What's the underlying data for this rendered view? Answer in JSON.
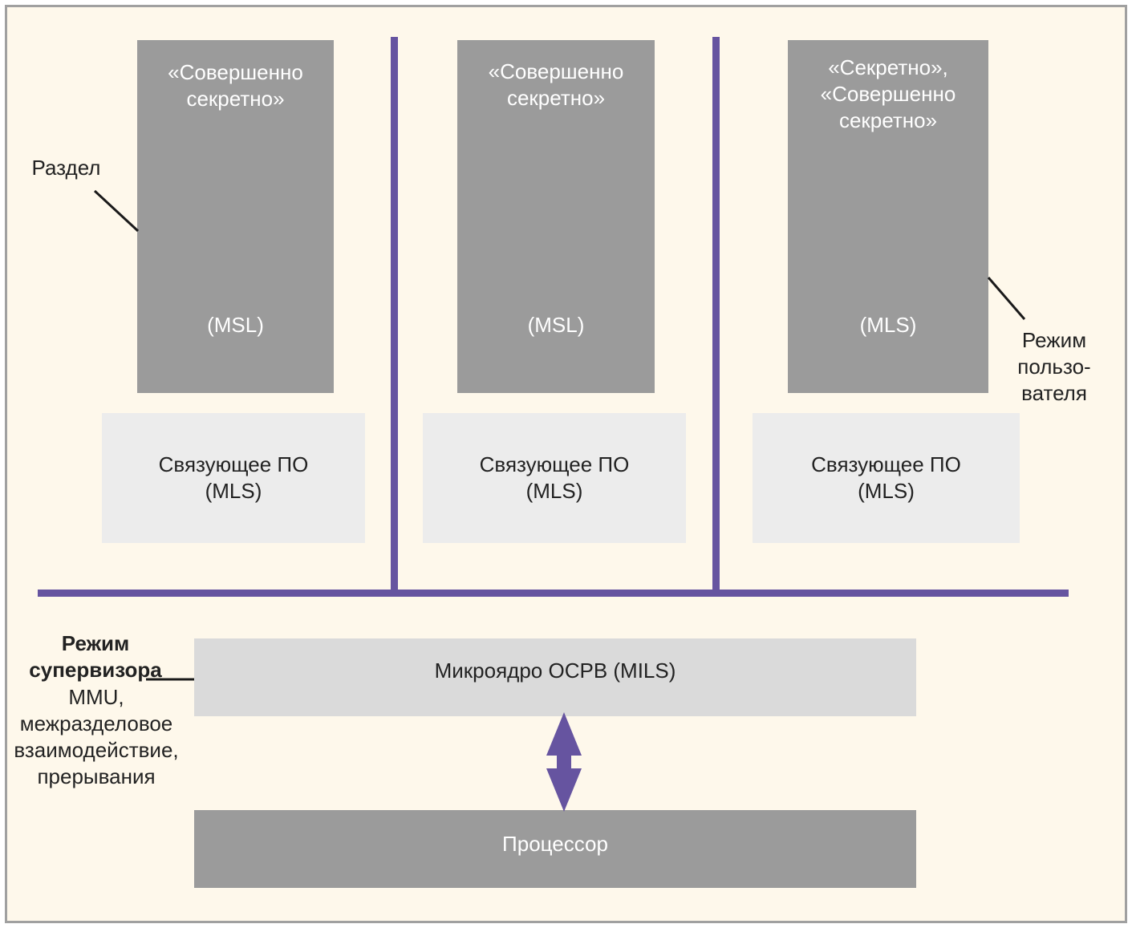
{
  "partitions": [
    {
      "label": "«Совершенно\nсекретно»",
      "level": "(MSL)",
      "middleware": "Связующее ПО\n(MLS)"
    },
    {
      "label": "«Совершенно\nсекретно»",
      "level": "(MSL)",
      "middleware": "Связующее ПО\n(MLS)"
    },
    {
      "label": "«Секретно»,\n«Совершенно\nсекретно»",
      "level": "(MLS)",
      "middleware": "Связующее ПО\n(MLS)"
    }
  ],
  "labels": {
    "partition": "Раздел",
    "user_mode": "Режим\nпользо-\nвателя",
    "supervisor_mode": "Режим\nсупервизора",
    "supervisor_desc": "MMU,\nмежразделовое\nвзаимодействие,\nпрерывания"
  },
  "kernel": "Микроядро ОСРВ (MILS)",
  "processor": "Процессор",
  "colors": {
    "background": "#fef8eb",
    "border": "#a0a0a0",
    "bus": "#6654a0",
    "partition_box": "#9b9b9b",
    "middleware_box": "#ececec",
    "kernel_box": "#dadada"
  }
}
